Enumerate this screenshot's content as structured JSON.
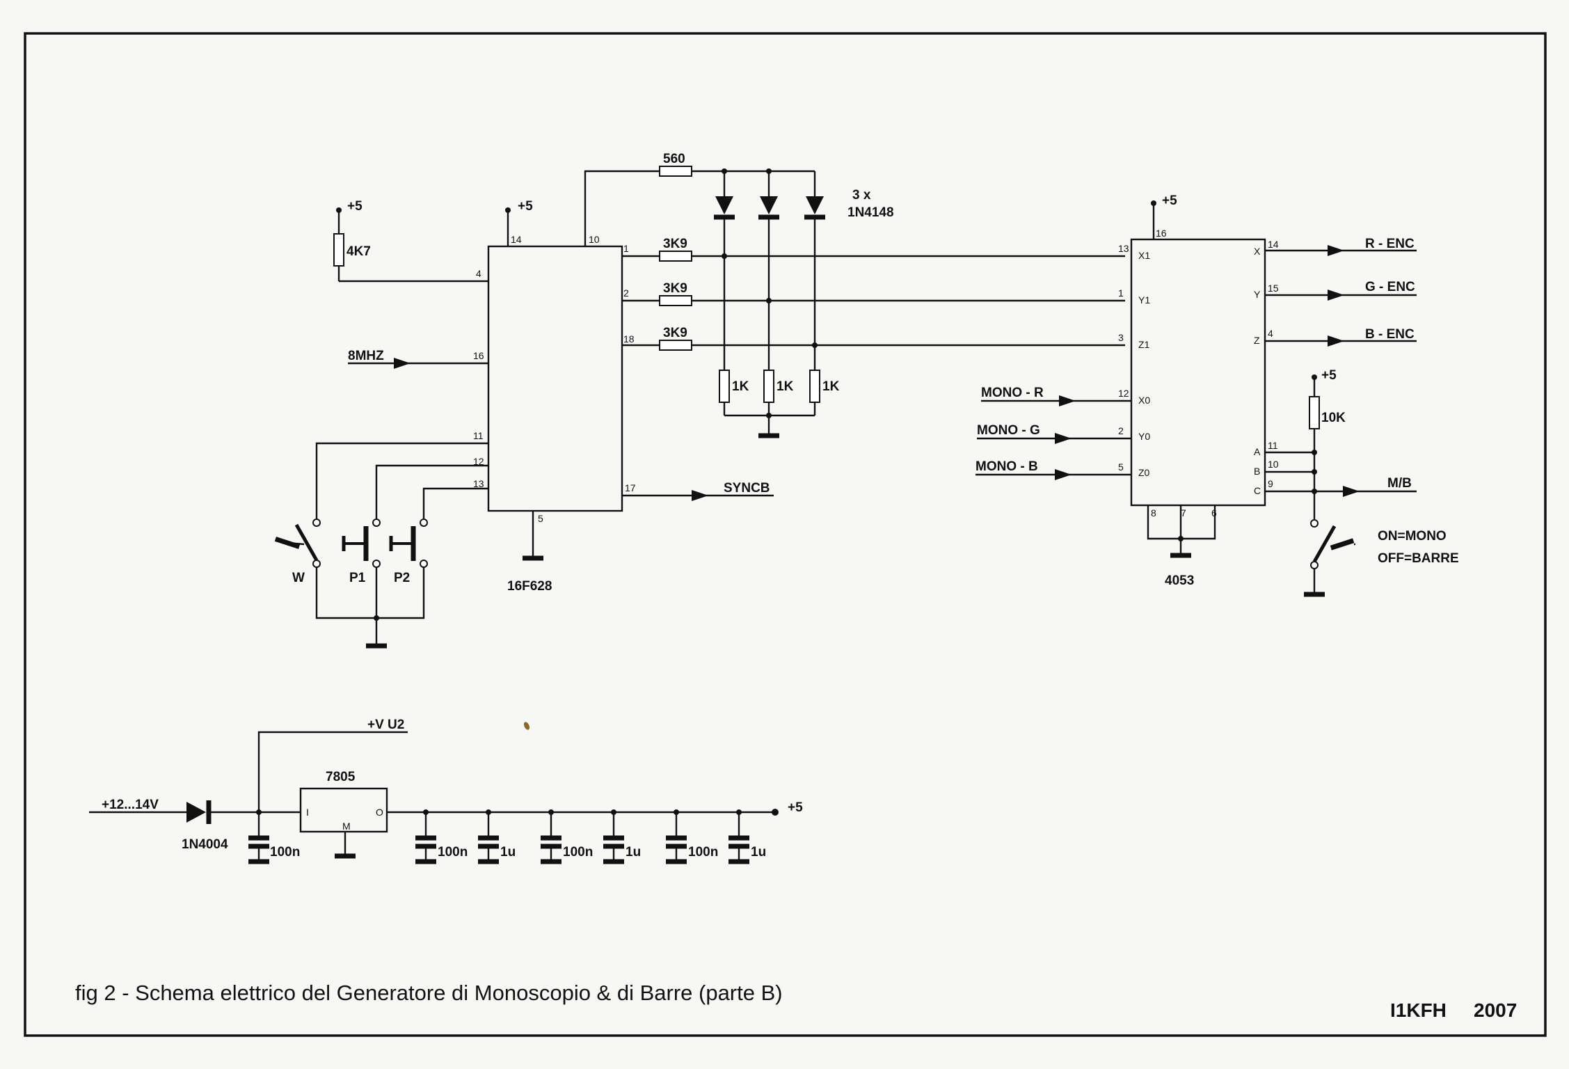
{
  "mcu": {
    "name": "16F628",
    "pins": {
      "p14": "14",
      "p10": "10",
      "p1": "1",
      "p2": "2",
      "p18": "18",
      "p4": "4",
      "p16": "16",
      "p11": "11",
      "p12": "12",
      "p13": "13",
      "p17": "17",
      "p5": "5"
    },
    "vcc_label": "+5"
  },
  "pullup": {
    "value": "4K7",
    "vcc_label": "+5"
  },
  "clock_in": "8MHZ",
  "sync_out": "SYNCB",
  "buttons": {
    "w": "W",
    "p1": "P1",
    "p2": "P2"
  },
  "top_resistor": "560",
  "diodes": {
    "count": "3 x",
    "type": "1N4148"
  },
  "series_resistors": [
    "3K9",
    "3K9",
    "3K9"
  ],
  "ground_resistors": [
    "1K",
    "1K",
    "1K"
  ],
  "mux": {
    "name": "4053",
    "vcc_label": "+5",
    "pins": {
      "p16": "16",
      "p13": "13",
      "p1": "1",
      "p3": "3",
      "p12": "12",
      "p2": "2",
      "p5": "5",
      "p14": "14",
      "p15": "15",
      "p4": "4",
      "p11": "11",
      "p10": "10",
      "p9": "9",
      "p8": "8",
      "p7": "7",
      "p6": "6"
    },
    "inner": {
      "x1": "X1",
      "y1": "Y1",
      "z1": "Z1",
      "x0": "X0",
      "y0": "Y0",
      "z0": "Z0",
      "x": "X",
      "y": "Y",
      "z": "Z",
      "a": "A",
      "b": "B",
      "c": "C"
    }
  },
  "mono_inputs": [
    "MONO - R",
    "MONO - G",
    "MONO - B"
  ],
  "enc_outputs": [
    "R - ENC",
    "G - ENC",
    "B - ENC"
  ],
  "mode_out": "M/B",
  "mode_pullup": {
    "value": "10K",
    "vcc_label": "+5"
  },
  "mode_switch": {
    "on": "ON=MONO",
    "off": "OFF=BARRE"
  },
  "psu": {
    "input": "+12...14V",
    "diode": "1N4004",
    "vu2": "+V U2",
    "regulator": "7805",
    "reg_pins": {
      "in": "I",
      "gnd": "M",
      "out": "O"
    },
    "output": "+5",
    "caps": [
      "100n",
      "100n",
      "1u",
      "100n",
      "1u",
      "100n",
      "1u"
    ]
  },
  "caption": "fig 2 - Schema elettrico del Generatore di Monoscopio & di Barre (parte B)",
  "credit": {
    "author": "I1KFH",
    "year": "2007"
  }
}
